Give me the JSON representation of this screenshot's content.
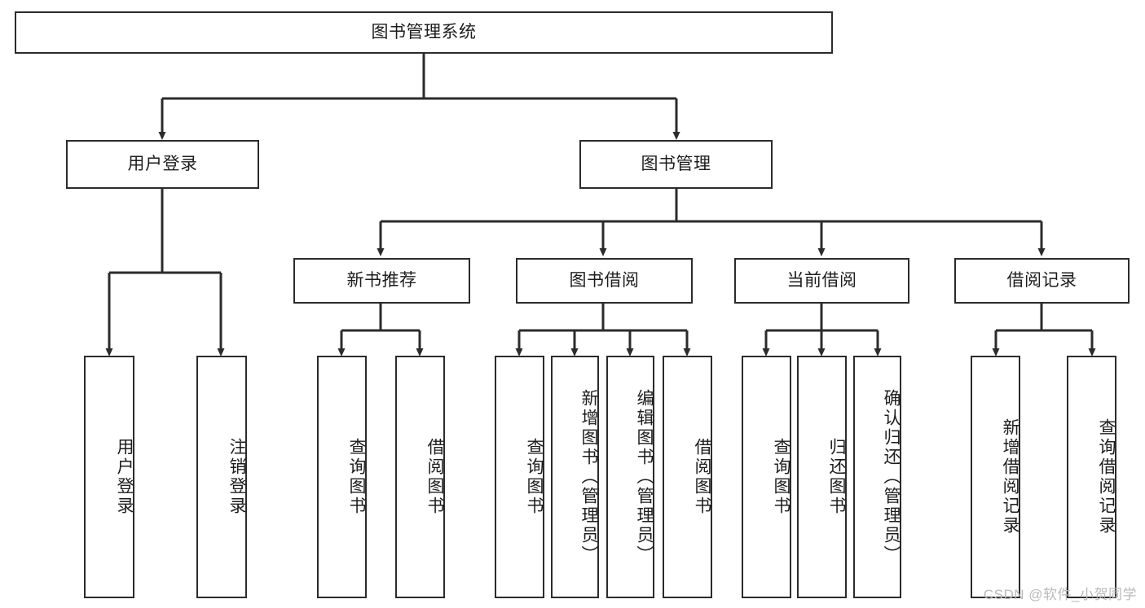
{
  "diagram": {
    "title": "图书管理系统",
    "type": "hierarchy-tree",
    "line_color": "#2b2b2b",
    "box_fill": "#ffffff",
    "text_color": "#1d1d1d",
    "root": {
      "label": "图书管理系统"
    },
    "level2": [
      {
        "label": "用户登录"
      },
      {
        "label": "图书管理"
      }
    ],
    "level3": [
      {
        "label": "新书推荐"
      },
      {
        "label": "图书借阅"
      },
      {
        "label": "当前借阅"
      },
      {
        "label": "借阅记录"
      }
    ],
    "leaves": [
      {
        "label": "用户登录",
        "parent": "用户登录"
      },
      {
        "label": "注销登录",
        "parent": "用户登录"
      },
      {
        "label": "查询图书",
        "parent": "新书推荐"
      },
      {
        "label": "借阅图书",
        "parent": "新书推荐"
      },
      {
        "label": "查询图书",
        "parent": "图书借阅"
      },
      {
        "label": "新增图书（管理员）",
        "parent": "图书借阅"
      },
      {
        "label": "编辑图书（管理员）",
        "parent": "图书借阅"
      },
      {
        "label": "借阅图书",
        "parent": "图书借阅"
      },
      {
        "label": "查询图书",
        "parent": "当前借阅"
      },
      {
        "label": "归还图书",
        "parent": "当前借阅"
      },
      {
        "label": "确认归还（管理员）",
        "parent": "当前借阅"
      },
      {
        "label": "新增借阅记录",
        "parent": "借阅记录"
      },
      {
        "label": "查询借阅记录",
        "parent": "借阅记录"
      }
    ]
  },
  "watermark": {
    "text": "CSDN @软件_小贺同学"
  }
}
